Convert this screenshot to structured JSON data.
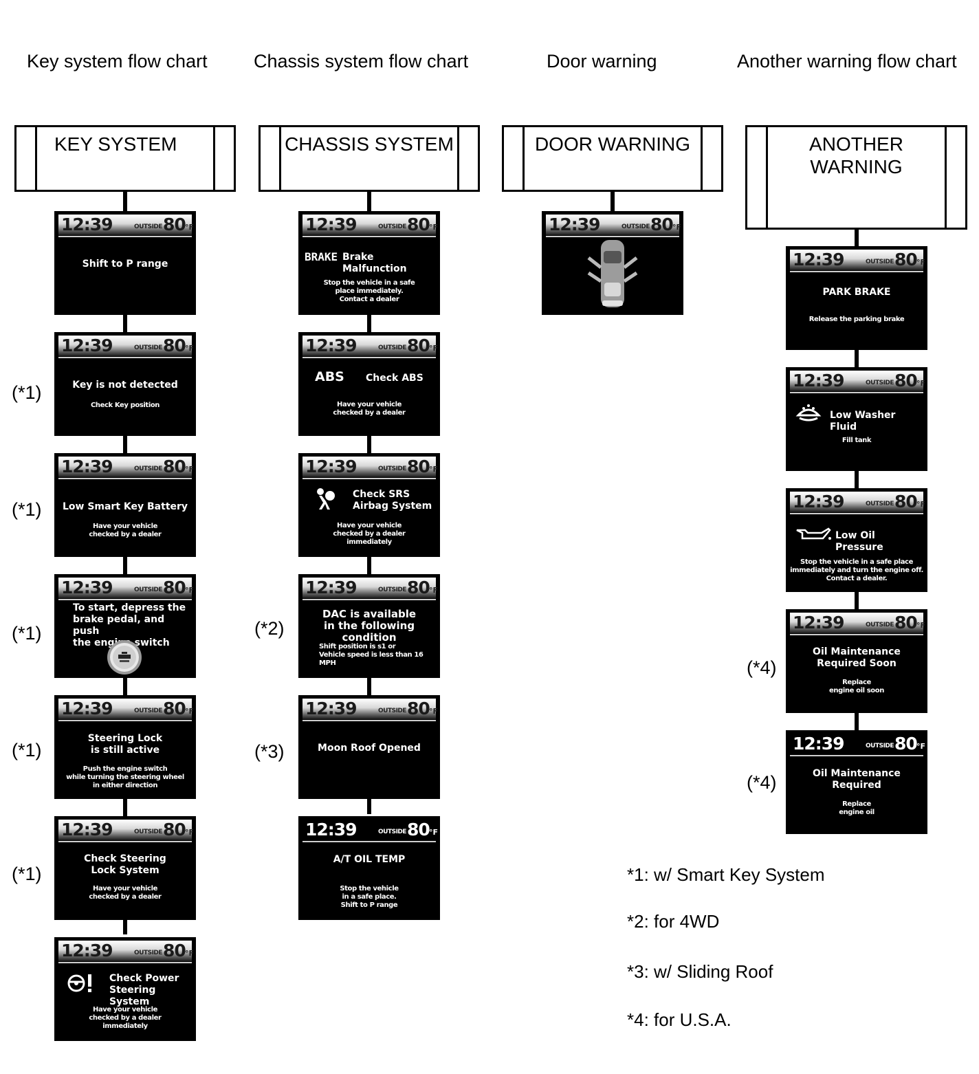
{
  "column_titles": {
    "key": "Key system flow chart",
    "chassis": "Chassis system flow chart",
    "door": "Door warning",
    "another": "Another warning flow chart"
  },
  "headers": {
    "key": "KEY SYSTEM",
    "chassis": "CHASSIS SYSTEM",
    "door": "DOOR WARNING",
    "another": "ANOTHER\nWARNING"
  },
  "display": {
    "time": "12:39",
    "outside": "OUTSIDE",
    "temp": "80",
    "unit": "°F"
  },
  "key_screens": [
    {
      "main": "Shift to P range",
      "sub": ""
    },
    {
      "main": "Key is not detected",
      "sub": "Check Key position",
      "note": "(*1)"
    },
    {
      "main": "Low Smart Key Battery",
      "sub": "Have your vehicle\nchecked by a dealer",
      "note": "(*1)"
    },
    {
      "main": "To start, depress the\nbrake pedal, and push\nthe engine switch",
      "sub": "",
      "note": "(*1)"
    },
    {
      "main": "Steering Lock\nis still active",
      "sub": "Push the engine switch\nwhile turning the steering wheel\nin either direction",
      "note": "(*1)"
    },
    {
      "main": "Check Steering\nLock System",
      "sub": "Have your vehicle\nchecked by a dealer",
      "note": "(*1)"
    },
    {
      "main": "Check Power\nSteering System",
      "sub": "Have your vehicle\nchecked by a dealer\nimmediately"
    }
  ],
  "chassis_screens": [
    {
      "label": "BRAKE",
      "main": "Brake Malfunction",
      "sub": "Stop the vehicle in a safe\nplace immediately.\nContact a dealer"
    },
    {
      "label": "ABS",
      "main": "Check ABS",
      "sub": "Have your vehicle\nchecked by a dealer"
    },
    {
      "main": "Check SRS\nAirbag System",
      "sub": "Have your vehicle\nchecked by a dealer\nimmediately"
    },
    {
      "main": "DAC is available\nin the following condition",
      "sub": "Shift position is s1 or\nVehicle speed is less than 16 MPH",
      "note": "(*2)"
    },
    {
      "main": "Moon Roof Opened",
      "sub": "",
      "note": "(*3)"
    },
    {
      "main": "A/T OIL TEMP",
      "sub": "Stop the vehicle\nin a safe place.\nShift to P range"
    }
  ],
  "another_screens": [
    {
      "main": "PARK BRAKE",
      "sub": "Release the parking brake"
    },
    {
      "main": "Low Washer Fluid",
      "sub": "Fill tank"
    },
    {
      "main": "Low Oil Pressure",
      "sub": "Stop the vehicle in a safe place\nimmediately and turn the engine off.\nContact a dealer."
    },
    {
      "main": "Oil Maintenance\nRequired Soon",
      "sub": "Replace\nengine oil soon",
      "note": "(*4)"
    },
    {
      "main": "Oil Maintenance\nRequired",
      "sub": "Replace\nengine oil",
      "note": "(*4)"
    }
  ],
  "engine_button_text": "ENGINE\nSTART\nSTOP",
  "footnotes": [
    "*1: w/ Smart Key System",
    "*2: for 4WD",
    "*3: w/ Sliding Roof",
    "*4: for U.S.A."
  ],
  "colors": {
    "line": "#000000",
    "display_bg": "#000000",
    "display_text": "#ffffff"
  }
}
